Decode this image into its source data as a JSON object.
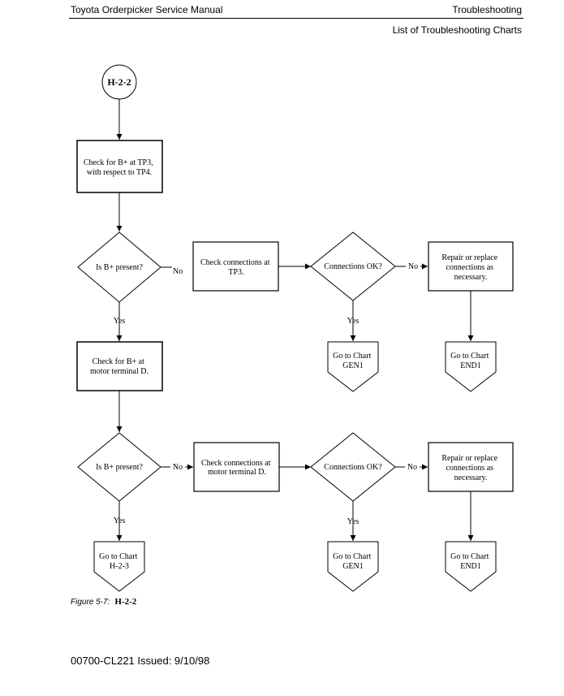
{
  "header": {
    "left": "Toyota Orderpicker Service Manual",
    "right": "Troubleshooting",
    "sub": "List of Troubleshooting Charts"
  },
  "flow": {
    "start": "H-2-2",
    "step1": [
      "Check for B+ at TP3,",
      "with respect to TP4."
    ],
    "dec1": "Is B+ present?",
    "dec1_no": "No",
    "dec1_yes": "Yes",
    "chk1": [
      "Check connections at",
      "TP3."
    ],
    "conn1": "Connections OK?",
    "conn1_no": "No",
    "conn1_yes": "Yes",
    "rep1": [
      "Repair or replace",
      "connections as",
      "necessary."
    ],
    "goto1a": [
      "Go to Chart",
      "GEN1"
    ],
    "goto1b": [
      "Go to Chart",
      "END1"
    ],
    "step2": [
      "Check for B+ at",
      "motor terminal D."
    ],
    "dec2": "Is B+ present?",
    "dec2_no": "No",
    "dec2_yes": "Yes",
    "chk2": [
      "Check connections at",
      "motor terminal D."
    ],
    "conn2": "Connections OK?",
    "conn2_no": "No",
    "conn2_yes": "Yes",
    "rep2": [
      "Repair or replace",
      "connections as",
      "necessary."
    ],
    "goto2a": [
      "Go to Chart",
      "H-2-3"
    ],
    "goto2b": [
      "Go to Chart",
      "GEN1"
    ],
    "goto2c": [
      "Go to Chart",
      "END1"
    ]
  },
  "figure": {
    "label": "Figure 5-7:",
    "name": "H-2-2"
  },
  "footer": "00700-CL221 Issued: 9/10/98"
}
